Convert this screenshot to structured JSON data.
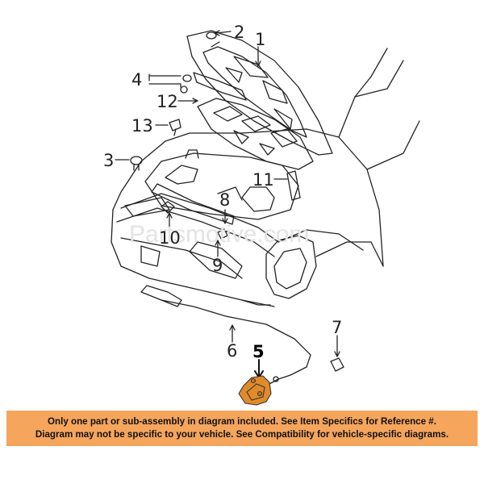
{
  "callouts": {
    "c1": "1",
    "c2": "2",
    "c3": "3",
    "c4": "4",
    "c5": "5",
    "c6": "6",
    "c7": "7",
    "c8": "8",
    "c9": "9",
    "c10": "10",
    "c11": "11",
    "c12": "12",
    "c13": "13"
  },
  "highlighted_part": "5",
  "highlight_color": "#e08a2a",
  "watermark": "Partsmotive.com",
  "notice": {
    "line1": "Only one part or sub-assembly in diagram included. See Item Specifics for Reference #.",
    "line2": "Diagram may not be specific to your vehicle. See Compatibility for vehicle-specific diagrams.",
    "background": "#f5a55c"
  }
}
